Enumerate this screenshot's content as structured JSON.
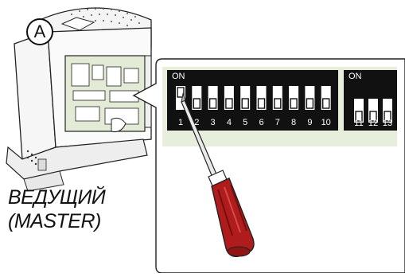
{
  "marker": {
    "letter": "A"
  },
  "caption": {
    "line1": "ВЕДУЩИЙ",
    "line2": "(MASTER)"
  },
  "dip_panel_1": {
    "on_label": "ON",
    "switches": [
      "1",
      "2",
      "3",
      "4",
      "5",
      "6",
      "7",
      "8",
      "9",
      "10"
    ],
    "switch_on": [
      true,
      false,
      false,
      false,
      false,
      false,
      false,
      false,
      false,
      false
    ]
  },
  "dip_panel_2": {
    "on_label": "ON",
    "switches": [
      "11",
      "12",
      "13"
    ]
  },
  "colors": {
    "dip_body": "#111111",
    "panel_bg": "#e7efdc",
    "screwdriver_handle": "#b01b1b",
    "housing": "#f2f2f2",
    "board": "#e3ebd7"
  }
}
